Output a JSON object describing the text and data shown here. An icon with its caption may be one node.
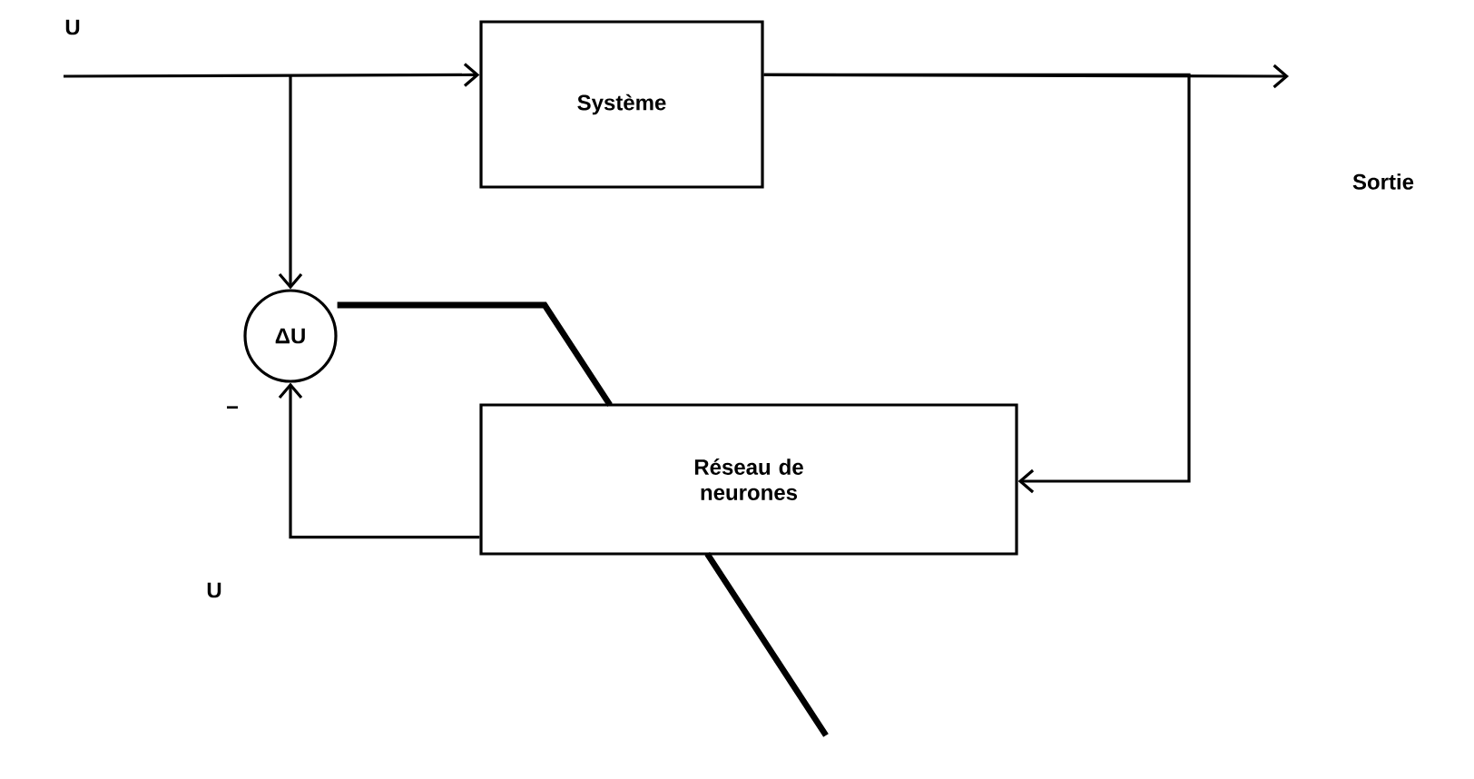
{
  "diagram": {
    "nodes": [
      {
        "text": [
          "Système"
        ]
      },
      {
        "text": [
          "Réseau de neurones"
        ]
      },
      {
        "text": [
          "ΔU"
        ]
      }
    ],
    "edges": [
      {
        "from": null,
        "to": 0,
        "arrow": "to"
      },
      {
        "from": null,
        "to": 2,
        "arrow": "to"
      },
      {
        "from": 0,
        "to": null,
        "arrow": "to"
      },
      {
        "from": 0,
        "to": 1,
        "arrow": "to"
      },
      {
        "from": 1,
        "to": 2,
        "arrow": "to"
      },
      {
        "from": 2,
        "to": null,
        "arrow": "none",
        "style": "thick"
      }
    ],
    "labels": [
      "U",
      "Sortie",
      "−",
      "U"
    ]
  }
}
